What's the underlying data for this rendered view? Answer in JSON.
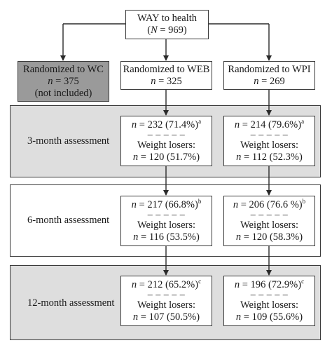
{
  "top": {
    "title": "WAY to health",
    "n_prefix": "(",
    "n_var": "N",
    "n_value": " = 969)"
  },
  "arms": {
    "wc": {
      "title": "Randomized to WC",
      "n_var": "n",
      "n_value": " = 375",
      "note": "(not included)"
    },
    "web": {
      "title": "Randomized to WEB",
      "n_var": "n",
      "n_value": " = 325"
    },
    "wpi": {
      "title": "Randomized to WPI",
      "n_var": "n",
      "n_value": " = 269"
    }
  },
  "dash_line": "– – – – –",
  "weight_losers_label": "Weight losers:",
  "assessments": [
    {
      "label": "3-month assessment",
      "shaded": true,
      "web": {
        "n_var": "n",
        "n_value": " = 232 (71.4%)",
        "sup": "a",
        "losers": " = 120 (51.7%)"
      },
      "wpi": {
        "n_var": "n",
        "n_value": " = 214 (79.6%)",
        "sup": "a",
        "losers": " = 112 (52.3%)"
      }
    },
    {
      "label": "6-month assessment",
      "shaded": false,
      "web": {
        "n_var": "n",
        "n_value": " = 217 (66.8%)",
        "sup": "b",
        "losers": " = 116 (53.5%)"
      },
      "wpi": {
        "n_var": "n",
        "n_value": " = 206 (76.6 %)",
        "sup": "b",
        "losers": " = 120 (58.3%)"
      }
    },
    {
      "label": "12-month assessment",
      "shaded": true,
      "web": {
        "n_var": "n",
        "n_value": " = 212 (65.2%)",
        "sup": "c",
        "losers": " = 107 (50.5%)"
      },
      "wpi": {
        "n_var": "n",
        "n_value": " = 196 (72.9%)",
        "sup": "c",
        "losers": " = 109 (55.6%)"
      }
    }
  ]
}
